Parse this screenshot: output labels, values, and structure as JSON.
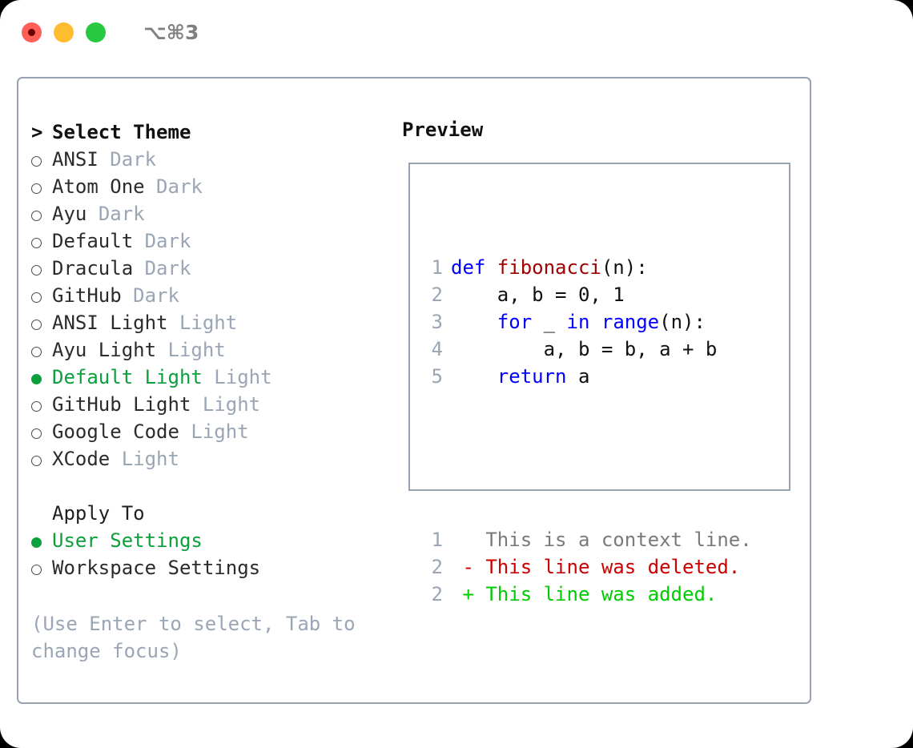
{
  "window": {
    "shortcut": "⌥⌘3",
    "traffic_lights": [
      "close-red",
      "minimize-yellow",
      "maximize-green"
    ]
  },
  "theme_picker": {
    "header_caret": ">",
    "header_label": "Select Theme",
    "items": [
      {
        "name": "ANSI",
        "kind": "Dark",
        "selected": false
      },
      {
        "name": "Atom One",
        "kind": "Dark",
        "selected": false
      },
      {
        "name": "Ayu",
        "kind": "Dark",
        "selected": false
      },
      {
        "name": "Default",
        "kind": "Dark",
        "selected": false
      },
      {
        "name": "Dracula",
        "kind": "Dark",
        "selected": false
      },
      {
        "name": "GitHub",
        "kind": "Dark",
        "selected": false
      },
      {
        "name": "ANSI Light",
        "kind": "Light",
        "selected": false
      },
      {
        "name": "Ayu Light",
        "kind": "Light",
        "selected": false
      },
      {
        "name": "Default Light",
        "kind": "Light",
        "selected": true
      },
      {
        "name": "GitHub Light",
        "kind": "Light",
        "selected": false
      },
      {
        "name": "Google Code",
        "kind": "Light",
        "selected": false
      },
      {
        "name": "XCode",
        "kind": "Light",
        "selected": false
      }
    ]
  },
  "apply_to": {
    "title": "Apply To",
    "options": [
      {
        "label": "User Settings",
        "selected": true
      },
      {
        "label": "Workspace Settings",
        "selected": false
      }
    ]
  },
  "help_text": "(Use Enter to select, Tab to change focus)",
  "preview": {
    "title": "Preview",
    "code_lines": [
      {
        "lineno": "1",
        "segments": [
          {
            "text": "def ",
            "style": "kw"
          },
          {
            "text": "fibonacci",
            "style": "fn"
          },
          {
            "text": "(n):",
            "style": "ctxt"
          }
        ]
      },
      {
        "lineno": "2",
        "segments": [
          {
            "text": "    a, b = 0, 1",
            "style": "ctxt"
          }
        ]
      },
      {
        "lineno": "3",
        "segments": [
          {
            "text": "    ",
            "style": "ctxt"
          },
          {
            "text": "for",
            "style": "kw"
          },
          {
            "text": " _ ",
            "style": "ctxt"
          },
          {
            "text": "in",
            "style": "kw"
          },
          {
            "text": " ",
            "style": "ctxt"
          },
          {
            "text": "range",
            "style": "kw"
          },
          {
            "text": "(n):",
            "style": "ctxt"
          }
        ]
      },
      {
        "lineno": "4",
        "segments": [
          {
            "text": "        a, b = b, a + b",
            "style": "ctxt"
          }
        ]
      },
      {
        "lineno": "5",
        "segments": [
          {
            "text": "    ",
            "style": "ctxt"
          },
          {
            "text": "return",
            "style": "kw"
          },
          {
            "text": " a",
            "style": "ctxt"
          }
        ]
      }
    ],
    "diff_lines": [
      {
        "lineno": "1",
        "sign": " ",
        "text": "This is a context line.",
        "style": "ctx"
      },
      {
        "lineno": "2",
        "sign": "-",
        "text": "This line was deleted.",
        "style": "del"
      },
      {
        "lineno": "2",
        "sign": "+",
        "text": "This line was added.",
        "style": "add"
      }
    ]
  },
  "colors": {
    "accent_green": "#0aa03c",
    "muted_gray": "#9aa5b5",
    "border": "#98a2b3",
    "keyword_blue": "#0000ff",
    "function_red": "#a00000",
    "diff_deleted": "#cc0000",
    "diff_added": "#00cc00",
    "traffic_red": "#ff5f57",
    "traffic_yellow": "#febc2e",
    "traffic_green": "#28c840"
  }
}
